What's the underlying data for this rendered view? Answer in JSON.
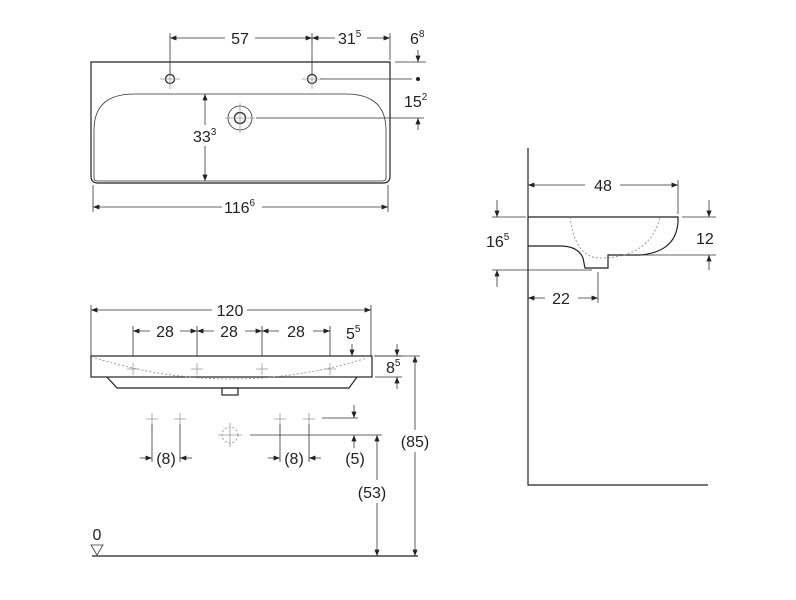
{
  "top_view": {
    "dim_57": "57",
    "dim_31": {
      "main": "31",
      "sup": "5"
    },
    "dim_6": {
      "main": "6",
      "sup": "8"
    },
    "dim_15": {
      "main": "15",
      "sup": "2"
    },
    "dim_33": {
      "main": "33",
      "sup": "3"
    },
    "dim_116": {
      "main": "116",
      "sup": "6"
    }
  },
  "front_view": {
    "dim_120": "120",
    "dim_28": [
      "28",
      "28",
      "28"
    ],
    "dim_5": {
      "main": "5",
      "sup": "5"
    },
    "dim_8": {
      "main": "8",
      "sup": "5"
    },
    "dim_85": "(85)",
    "dim_8a": "(8)",
    "dim_8b": "(8)",
    "dim_5p": "(5)",
    "dim_53": "(53)",
    "floor_level": "0"
  },
  "side_view": {
    "dim_48": "48",
    "dim_16": {
      "main": "16",
      "sup": "5"
    },
    "dim_12": "12",
    "dim_22": "22"
  }
}
